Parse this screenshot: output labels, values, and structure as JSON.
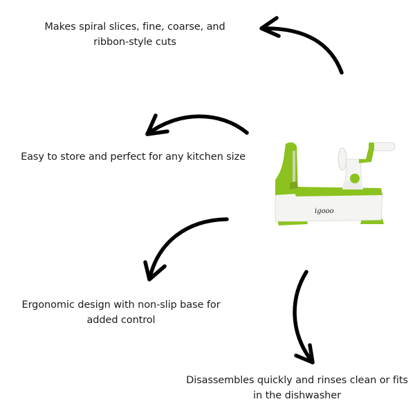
{
  "features": [
    {
      "id": "spiral-cuts",
      "text": "Makes spiral slices, fine, coarse, and ribbon-style cuts"
    },
    {
      "id": "storage",
      "text": "Easy to store and perfect for any kitchen size"
    },
    {
      "id": "ergonomic",
      "text": "Ergonomic design with non-slip base for added control"
    },
    {
      "id": "cleaning",
      "text": "Disassembles quickly and rinses clean or fits in the dishwasher"
    }
  ],
  "product": {
    "name": "spiralizer",
    "brand_label": "igooo",
    "colors": {
      "accent": "#8cc21f",
      "body": "#f4f4f2"
    }
  },
  "icons": [
    "curved-arrow-icon"
  ]
}
